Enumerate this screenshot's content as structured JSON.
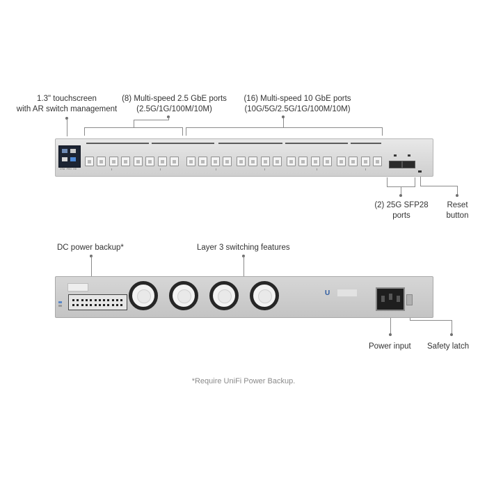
{
  "labels": {
    "touchscreen": [
      "1.3\" touchscreen",
      "with AR switch management"
    ],
    "ports_25g": [
      "(8) Multi-speed 2.5 GbE ports",
      "(2.5G/1G/100M/10M)"
    ],
    "ports_10g": [
      "(16) Multi-speed 10 GbE ports",
      "(10G/5G/2.5G/1G/100M/10M)"
    ],
    "sfp28": [
      "(2) 25G SFP28",
      "ports"
    ],
    "reset": [
      "Reset",
      "button"
    ],
    "dc_backup": "DC power backup*",
    "layer3": "Layer 3 switching features",
    "power_input": "Power input",
    "safety_latch": "Safety latch",
    "footnote": "*Require UniFi Power Backup."
  },
  "device": {
    "front_brand": "USW PRO HD",
    "rear_logo": "U"
  },
  "colors": {
    "chassis": "#d8d8d8",
    "screen": "#1c2433",
    "callout_line": "#8a8a8a",
    "logo": "#2c5aa0"
  }
}
